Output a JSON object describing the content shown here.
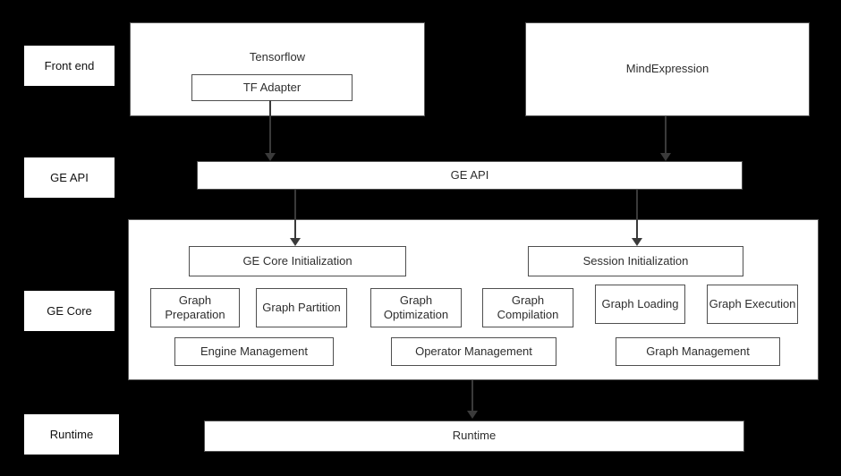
{
  "colors": {
    "background": "#000000",
    "box_fill": "#ffffff",
    "box_border": "#4f4f4f",
    "text": "#2e2e2e",
    "arrow": "#3a3a3a"
  },
  "side_labels": {
    "front_end": "Front end",
    "ge_api": "GE API",
    "ge_core": "GE Core",
    "runtime": "Runtime"
  },
  "front_end": {
    "tensorflow": "Tensorflow",
    "tf_adapter": "TF Adapter",
    "mind_expression": "MindExpression"
  },
  "ge_api": {
    "label": "GE API"
  },
  "ge_core": {
    "ge_core_initialization": "GE Core Initialization",
    "session_initialization": "Session Initialization",
    "pipeline": [
      "Graph Preparation",
      "Graph Partition",
      "Graph Optimization",
      "Graph Compilation",
      "Graph Loading",
      "Graph Execution"
    ],
    "management": [
      "Engine Management",
      "Operator Management",
      "Graph Management"
    ]
  },
  "runtime": {
    "label": "Runtime"
  }
}
